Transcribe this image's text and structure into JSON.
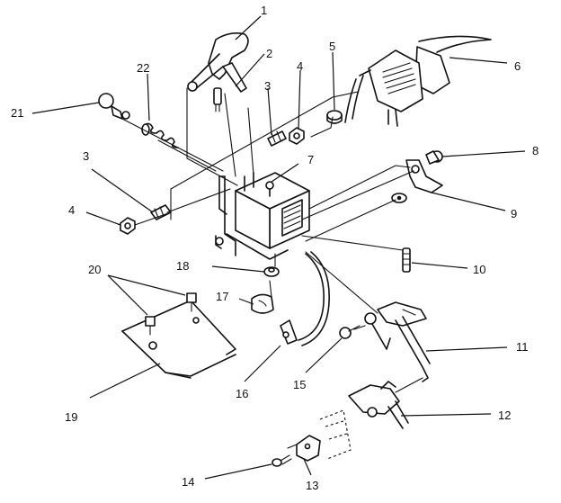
{
  "callouts": [
    {
      "id": "c1",
      "label": "1"
    },
    {
      "id": "c2",
      "label": "2"
    },
    {
      "id": "c3a",
      "label": "3"
    },
    {
      "id": "c3b",
      "label": "3"
    },
    {
      "id": "c4a",
      "label": "4"
    },
    {
      "id": "c4b",
      "label": "4"
    },
    {
      "id": "c5",
      "label": "5"
    },
    {
      "id": "c6",
      "label": "6"
    },
    {
      "id": "c7",
      "label": "7"
    },
    {
      "id": "c8",
      "label": "8"
    },
    {
      "id": "c9",
      "label": "9"
    },
    {
      "id": "c10",
      "label": "10"
    },
    {
      "id": "c11",
      "label": "11"
    },
    {
      "id": "c12",
      "label": "12"
    },
    {
      "id": "c13",
      "label": "13"
    },
    {
      "id": "c14",
      "label": "14"
    },
    {
      "id": "c15",
      "label": "15"
    },
    {
      "id": "c16",
      "label": "16"
    },
    {
      "id": "c17",
      "label": "17"
    },
    {
      "id": "c18",
      "label": "18"
    },
    {
      "id": "c19",
      "label": "19"
    },
    {
      "id": "c20",
      "label": "20"
    },
    {
      "id": "c21",
      "label": "21"
    },
    {
      "id": "c22",
      "label": "22"
    }
  ]
}
